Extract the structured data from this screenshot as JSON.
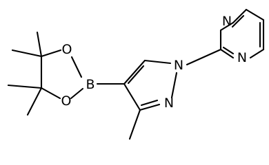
{
  "structure": {
    "atoms": [
      {
        "symbol": "N",
        "ring": "pyrimidine"
      },
      {
        "symbol": "N",
        "ring": "pyrimidine"
      },
      {
        "symbol": "N",
        "ring": "pyrazole"
      },
      {
        "symbol": "N",
        "ring": "pyrazole"
      },
      {
        "symbol": "B",
        "ring": "dioxaborolane"
      },
      {
        "symbol": "O",
        "ring": "dioxaborolane"
      },
      {
        "symbol": "O",
        "ring": "dioxaborolane"
      }
    ],
    "colors": {
      "bond": "#000000",
      "label": "#000000",
      "background": "#ffffff"
    }
  }
}
